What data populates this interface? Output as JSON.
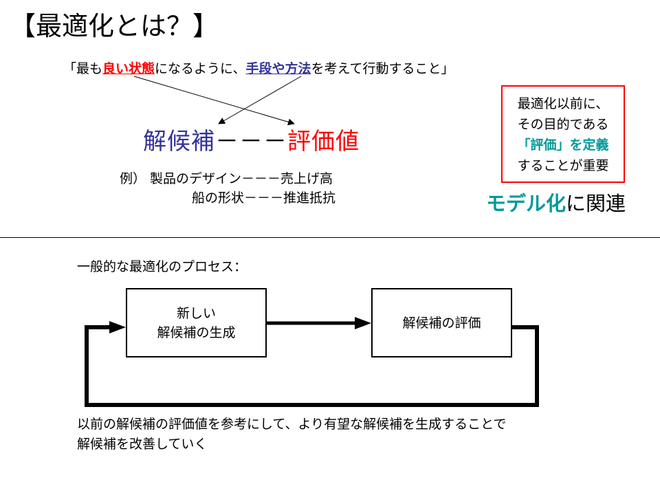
{
  "title": "【最適化とは？】",
  "definition": {
    "open_quote": "「最も",
    "good_state": "良い状態",
    "middle": "になるように、",
    "means": "手段や方法",
    "end": "を考えて行動すること」"
  },
  "main": {
    "candidate": "解候補",
    "dashes": "－－－",
    "evaluation": "評価値"
  },
  "example": {
    "line1": "例）  製品のデザイン－－－売上げ高",
    "line2": "船の形状－－－推進抵抗"
  },
  "note": {
    "line1": "最適化以前に、",
    "line2": "その目的である",
    "line3_highlight": "「評価」を定義",
    "line4": "することが重要"
  },
  "model": {
    "highlight": "モデル化",
    "rest": "に関連"
  },
  "process": {
    "title": "一般的な最適化のプロセス：",
    "box1_line1": "新しい",
    "box1_line2": "解候補の生成",
    "box2": "解候補の評価"
  },
  "footer": {
    "line1": "以前の解候補の評価値を参考にして、より有望な解候補を生成することで",
    "line2": "解候補を改善していく"
  },
  "colors": {
    "red": "#ff0000",
    "blue": "#333399",
    "teal": "#009999"
  }
}
